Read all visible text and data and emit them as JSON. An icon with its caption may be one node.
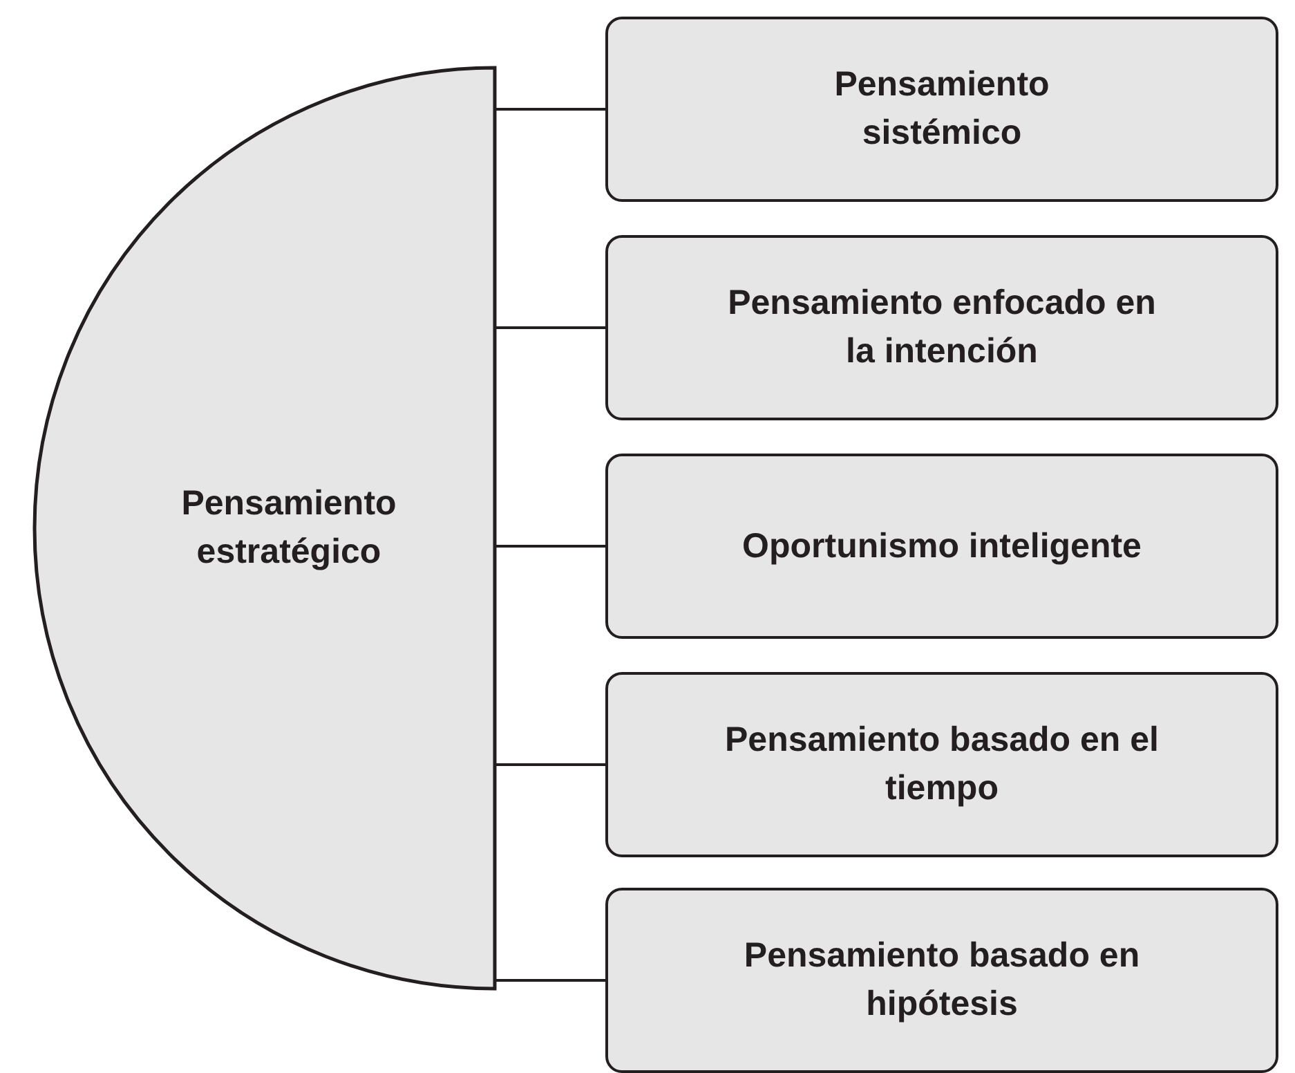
{
  "diagram": {
    "nodes": [
      {
        "text": [
          "Pensamiento estratégico"
        ]
      },
      {
        "text": [
          "Pensamiento sistémico"
        ]
      },
      {
        "text": [
          "Pensamiento enfocado en la intención"
        ]
      },
      {
        "text": [
          "Oportunismo inteligente"
        ]
      },
      {
        "text": [
          "Pensamiento basado en el tiempo"
        ]
      },
      {
        "text": [
          "Pensamiento basado en hipótesis"
        ]
      }
    ],
    "edges": [
      {
        "from": 0,
        "to": 1,
        "arrow": "none"
      },
      {
        "from": 0,
        "to": 2,
        "arrow": "none"
      },
      {
        "from": 0,
        "to": 3,
        "arrow": "none"
      },
      {
        "from": 0,
        "to": 4,
        "arrow": "none"
      },
      {
        "from": 0,
        "to": 5,
        "arrow": "none"
      }
    ]
  }
}
